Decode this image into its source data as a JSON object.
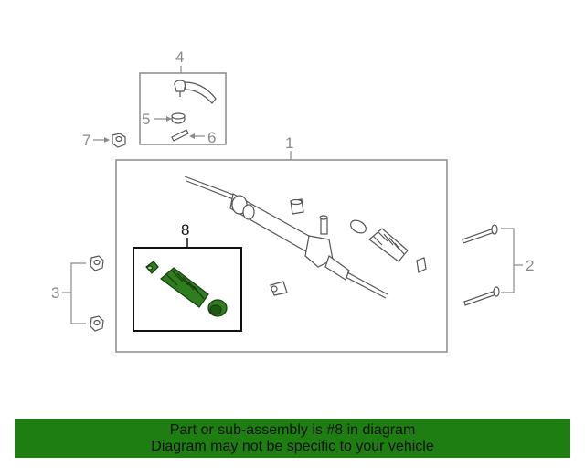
{
  "diagram": {
    "callouts": {
      "c1": "1",
      "c2": "2",
      "c3": "3",
      "c4": "4",
      "c5": "5",
      "c6": "6",
      "c7": "7",
      "c8": "8"
    },
    "colors": {
      "line": "#8a8a8a",
      "highlight_part": "#2e7d1e",
      "highlight_box": "#111111"
    }
  },
  "banner": {
    "line1": "Part or sub-assembly is #8 in diagram",
    "line2": "Diagram may not be specific to your vehicle",
    "background": "#1e7e12"
  }
}
